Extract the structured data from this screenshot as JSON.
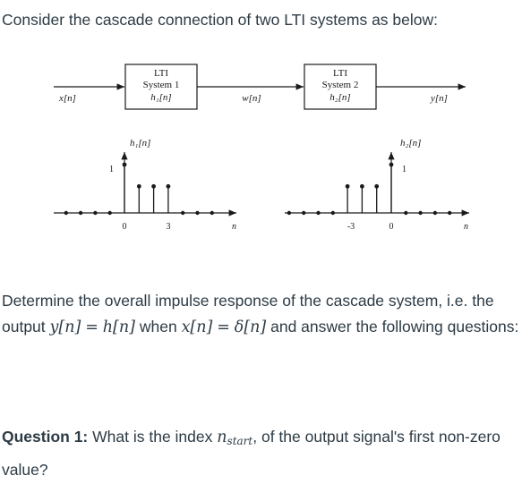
{
  "intro": "Consider the cascade connection of two LTI systems as below:",
  "block1": {
    "line1": "LTI",
    "line2": "System 1",
    "line3": "h₁[n]"
  },
  "block2": {
    "line1": "LTI",
    "line2": "System 2",
    "line3": "h₂[n]"
  },
  "signals": {
    "input": "x[n]",
    "middle": "w[n]",
    "output": "y[n]"
  },
  "plot1": {
    "title": "h₁[n]",
    "axis_label": "n",
    "amp_label": "1",
    "tick_labels": [
      "0",
      "3"
    ],
    "stems": [
      {
        "n": 0,
        "h": 1
      },
      {
        "n": 1,
        "h": 0.55
      },
      {
        "n": 2,
        "h": 0.55
      },
      {
        "n": 3,
        "h": 0.55
      }
    ]
  },
  "plot2": {
    "title": "h₂[n]",
    "axis_label": "n",
    "amp_label": "1",
    "tick_labels": [
      "-3",
      "0"
    ],
    "stems": [
      {
        "n": -3,
        "h": 0.55
      },
      {
        "n": -2,
        "h": 0.55
      },
      {
        "n": -1,
        "h": 0.55
      },
      {
        "n": 0,
        "h": 1
      }
    ]
  },
  "paragraph": {
    "part1": "Determine the overall impulse response of the cascade system, i.e. the output",
    "part2": "when",
    "part3": "and answer the following questions:",
    "eq1_lhs": "y[n]",
    "eq1_rhs": "h[n]",
    "eq2_lhs": "x[n]",
    "eq2_rhs": "δ[n]"
  },
  "question": {
    "label": "Question 1:",
    "text1": "What is the index",
    "var": "n",
    "sub": "start",
    "text2": ", of the output signal's first non-zero value?"
  }
}
